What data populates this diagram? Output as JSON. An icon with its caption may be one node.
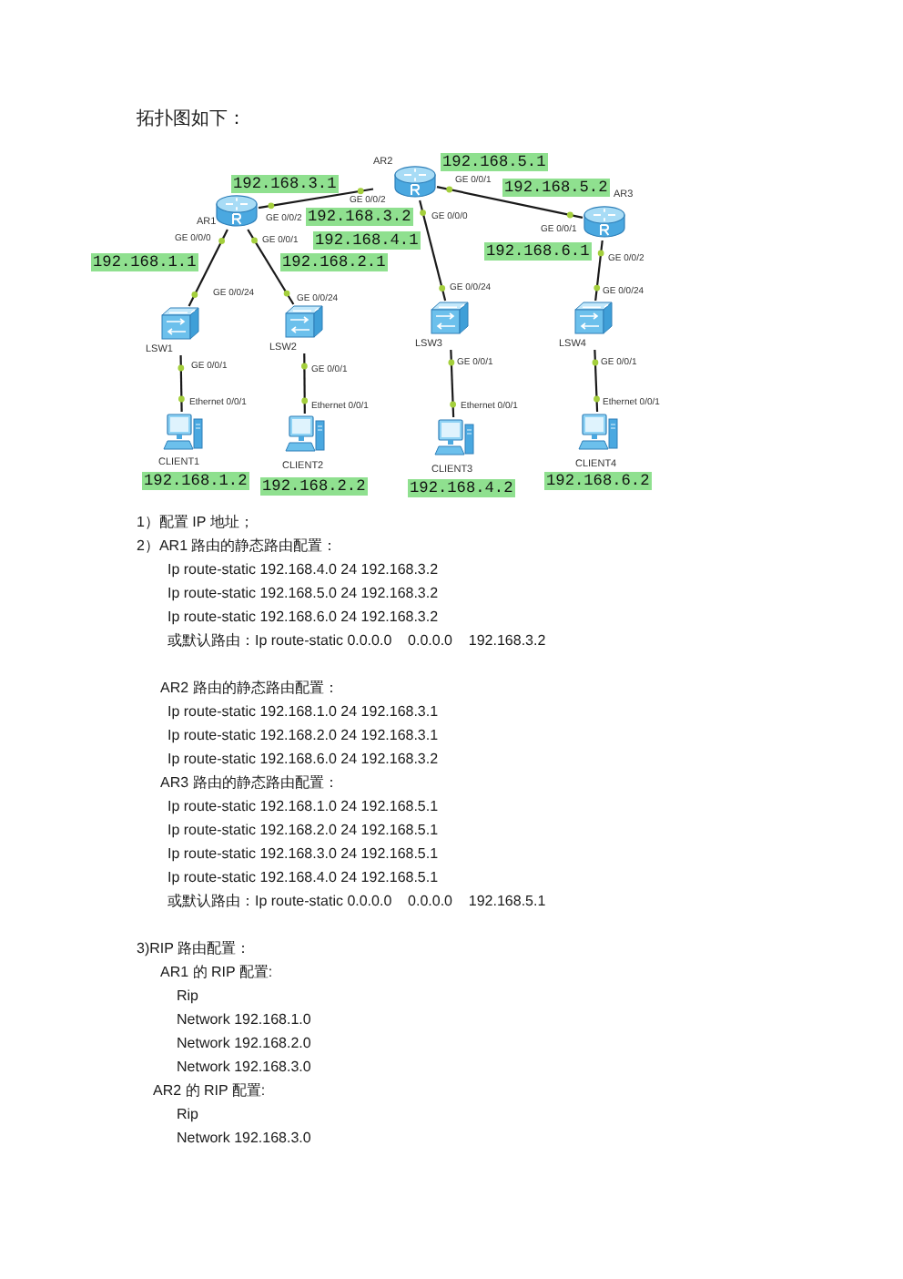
{
  "diagram": {
    "title": "拓扑图如下：",
    "nodes": [
      {
        "text": [
          "AR1"
        ],
        "beside": [
          "192.168.3.1",
          "GE 0/0/2",
          "GE 0/0/0",
          "GE 0/0/1",
          "192.168.1.1",
          "192.168.2.1"
        ]
      },
      {
        "text": [
          "AR2"
        ],
        "beside": [
          "192.168.5.1",
          "GE 0/0/2",
          "GE 0/0/1",
          "192.168.3.2",
          "GE 0/0/0",
          "192.168.4.1"
        ]
      },
      {
        "text": [
          "AR3"
        ],
        "beside": [
          "192.168.5.2",
          "GE 0/0/1",
          "192.168.6.1",
          "GE 0/0/2"
        ]
      },
      {
        "text": [
          "LSW1"
        ],
        "beside": [
          "GE 0/0/24",
          "GE 0/0/1"
        ]
      },
      {
        "text": [
          "LSW2"
        ],
        "beside": [
          "GE 0/0/24",
          "GE 0/0/1"
        ]
      },
      {
        "text": [
          "LSW3"
        ],
        "beside": [
          "GE 0/0/24",
          "GE 0/0/1"
        ]
      },
      {
        "text": [
          "LSW4"
        ],
        "beside": [
          "GE 0/0/24",
          "GE 0/0/1"
        ]
      },
      {
        "text": [
          "CLIENT1"
        ],
        "beside": [
          "Ethernet 0/0/1",
          "192.168.1.2"
        ]
      },
      {
        "text": [
          "CLIENT2"
        ],
        "beside": [
          "Ethernet 0/0/1",
          "192.168.2.2"
        ]
      },
      {
        "text": [
          "CLIENT3"
        ],
        "beside": [
          "Ethernet 0/0/1",
          "192.168.4.2"
        ]
      },
      {
        "text": [
          "CLIENT4"
        ],
        "beside": [
          "Ethernet 0/0/1",
          "192.168.6.2"
        ]
      }
    ],
    "edges": [
      {
        "from": 0,
        "to": 1,
        "arrow": "none"
      },
      {
        "from": 1,
        "to": 2,
        "arrow": "none"
      },
      {
        "from": 0,
        "to": 3,
        "arrow": "none"
      },
      {
        "from": 0,
        "to": 4,
        "arrow": "none"
      },
      {
        "from": 1,
        "to": 5,
        "arrow": "none"
      },
      {
        "from": 2,
        "to": 6,
        "arrow": "none"
      },
      {
        "from": 3,
        "to": 7,
        "arrow": "none"
      },
      {
        "from": 4,
        "to": 8,
        "arrow": "none"
      },
      {
        "from": 5,
        "to": 9,
        "arrow": "none"
      },
      {
        "from": 6,
        "to": 10,
        "arrow": "none"
      }
    ],
    "labels": [
      "1）配置 IP 地址；",
      "2）AR1 路由的静态路由配置：",
      "Ip route-static 192.168.4.0 24 192.168.3.2",
      "Ip route-static 192.168.5.0 24 192.168.3.2",
      "Ip route-static 192.168.6.0 24 192.168.3.2",
      "或默认路由：Ip route-static 0.0.0.0    0.0.0.0    192.168.3.2",
      "AR2 路由的静态路由配置：",
      "Ip route-static 192.168.1.0 24 192.168.3.1",
      "Ip route-static 192.168.2.0 24 192.168.3.1",
      "Ip route-static 192.168.6.0 24 192.168.3.2",
      "AR3 路由的静态路由配置：",
      "Ip route-static 192.168.1.0 24 192.168.5.1",
      "Ip route-static 192.168.2.0 24 192.168.5.1",
      "Ip route-static 192.168.3.0 24 192.168.5.1",
      "Ip route-static 192.168.4.0 24 192.168.5.1",
      "或默认路由：Ip route-static 0.0.0.0    0.0.0.0    192.168.5.1",
      "3)RIP 路由配置：",
      "AR1 的 RIP 配置:",
      "Rip",
      "Network 192.168.1.0",
      "Network 192.168.2.0",
      "Network 192.168.3.0",
      "AR2 的 RIP 配置:",
      "Rip",
      "Network 192.168.3.0"
    ]
  }
}
